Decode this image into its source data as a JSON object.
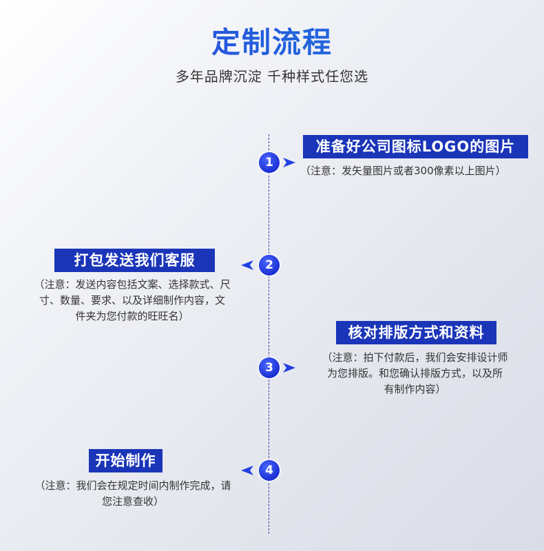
{
  "header": {
    "title": "定制流程",
    "subtitle": "多年品牌沉淀 千种样式任您选"
  },
  "steps": [
    {
      "number": "1",
      "label": "准备好公司图标LOGO的图片",
      "note": "（注意：发矢量图片或者300像素以上图片）"
    },
    {
      "number": "2",
      "label": "打包发送我们客服",
      "note_lines": [
        "（注意：发送内容包括文案、选择款式、尺",
        "寸、数量、要求、以及详细制作内容，文",
        "件夹为您付款的旺旺名）"
      ]
    },
    {
      "number": "3",
      "label": "核对排版方式和资料",
      "note_lines": [
        "（注意：拍下付款后，我们会安排设计师",
        "为您排版。和您确认排版方式，以及所",
        "有制作内容）"
      ]
    },
    {
      "number": "4",
      "label": "开始制作",
      "note_lines": [
        "（注意：我们会在规定时间内制作完成，请",
        "您注意查收）"
      ]
    }
  ],
  "colors": {
    "accent": "#1b35b8",
    "node": "#2240e0",
    "title_from": "#2b3fd8",
    "title_to": "#1b7fe0"
  }
}
